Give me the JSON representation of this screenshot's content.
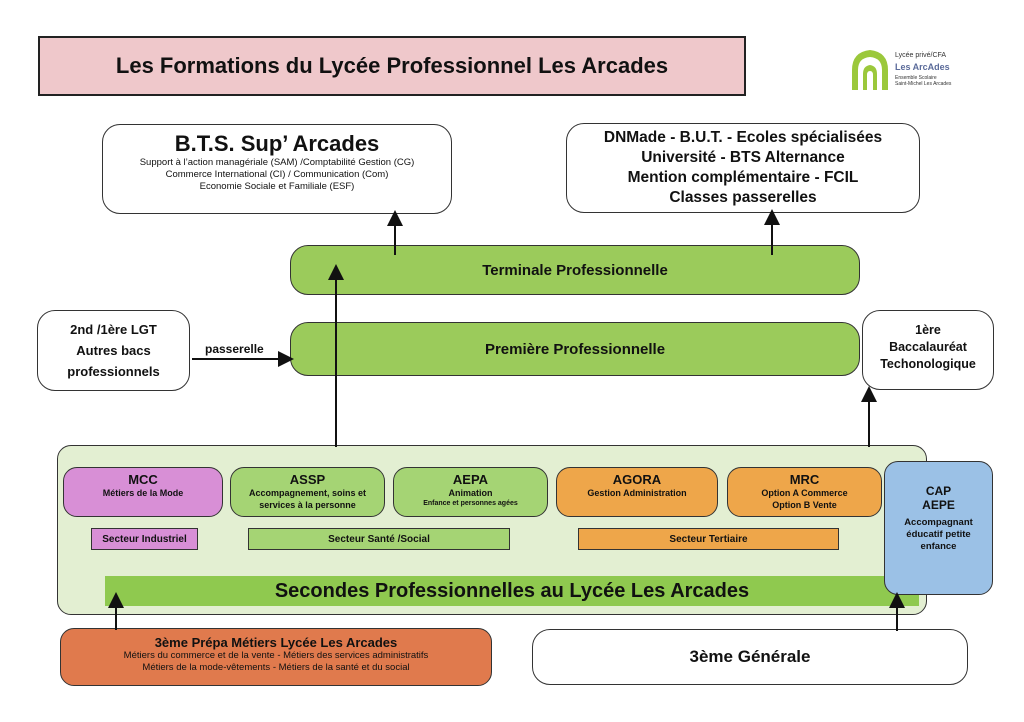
{
  "title": "Les Formations du Lycée Professionnel Les Arcades",
  "logo": {
    "line1": "Lycée privé/CFA",
    "line2": "Les ArcAdes",
    "line3": "Ensemble Scolaire",
    "line4": "Saint-Michel Les Arcades"
  },
  "bts": {
    "title": "B.T.S. Sup’ Arcades",
    "lines": [
      "Support à l’action managériale (SAM) /Comptabilité Gestion (CG)",
      "Commerce International (CI) / Communication (Com)",
      "Economie Sociale et Familiale (ESF)"
    ]
  },
  "dnmade": {
    "lines": [
      "DNMade - B.U.T. - Ecoles spécialisées",
      "Université - BTS Alternance",
      "Mention complémentaire - FCIL",
      "Classes passerelles"
    ]
  },
  "terminale": "Terminale Professionnelle",
  "premiere": "Première Professionnelle",
  "lgt": {
    "lines": [
      "2nd /1ère LGT",
      "Autres bacs",
      "professionnels"
    ]
  },
  "passerelle": "passerelle",
  "bac_techno": {
    "lines": [
      "1ère",
      "Baccalauréat",
      "Techonologique"
    ]
  },
  "formations": {
    "mcc": {
      "name": "MCC",
      "desc": [
        "Métiers de la Mode"
      ]
    },
    "assp": {
      "name": "ASSP",
      "desc": [
        "Accompagnement, soins et",
        "services à la personne"
      ]
    },
    "aepa": {
      "name": "AEPA",
      "desc": [
        "Animation"
      ],
      "sub": "Enfance et personnes agées"
    },
    "agora": {
      "name": "AGORA",
      "desc": [
        "Gestion Administration"
      ]
    },
    "mrc": {
      "name": "MRC",
      "desc": [
        "Option A Commerce",
        "Option B Vente"
      ]
    }
  },
  "sectors": {
    "industriel": "Secteur Industriel",
    "sante": "Secteur Santé /Social",
    "tertiaire": "Secteur Tertiaire"
  },
  "secondes": "Secondes Professionnelles au Lycée Les Arcades",
  "cap": {
    "name1": "CAP",
    "name2": "AEPE",
    "desc": [
      "Accompagnant",
      "éducatif petite",
      "enfance"
    ]
  },
  "prepa": {
    "title": "3ème Prépa Métiers Lycée Les Arcades",
    "lines": [
      "Métiers du commerce et de la vente - Métiers des services administratifs",
      "Métiers de la mode-vêtements - Métiers de la santé et du social"
    ]
  },
  "generale": "3ème Générale",
  "colors": {
    "title_bg": "#efc8cb",
    "green": "#9bcb5b",
    "green_area": "#e3efd2",
    "pink": "#d88fd6",
    "orange": "#eea64a",
    "blue": "#9bc1e6",
    "prepa": "#e07a4d"
  }
}
